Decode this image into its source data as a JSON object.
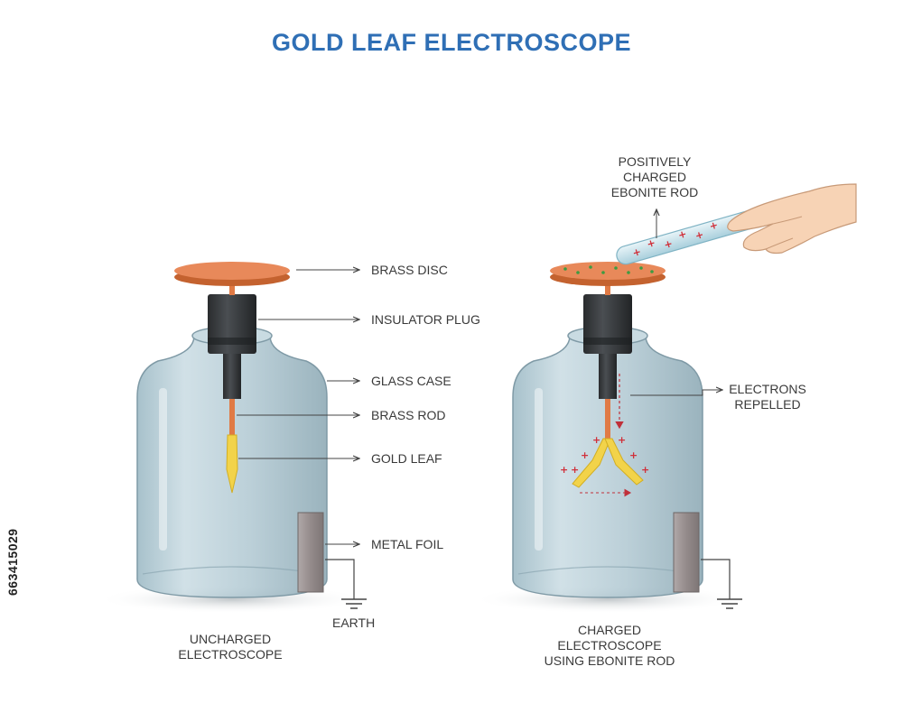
{
  "title": "GOLD LEAF ELECTROSCOPE",
  "labels": {
    "brass_disc": "BRASS DISC",
    "insulator_plug": "INSULATOR PLUG",
    "glass_case": "GLASS CASE",
    "brass_rod": "BRASS ROD",
    "gold_leaf": "GOLD LEAF",
    "metal_foil": "METAL FOIL",
    "earth": "EARTH",
    "rod_line1": "POSITIVELY",
    "rod_line2": "CHARGED",
    "rod_line3": "EBONITE ROD",
    "electrons_line1": "ELECTRONS",
    "electrons_line2": "REPELLED"
  },
  "captions": {
    "left_line1": "UNCHARGED",
    "left_line2": "ELECTROSCOPE",
    "right_line1": "CHARGED",
    "right_line2": "ELECTROSCOPE",
    "right_line3": "USING EBONITE ROD"
  },
  "stock_id": "663415029",
  "colors": {
    "title": "#2f6fb5",
    "glass": "#a9c4d0",
    "brass": "#e07a45",
    "gold": "#f2d34a",
    "plug": "#3a3d40",
    "foil": "#9a9191",
    "charge": "#d0303a"
  }
}
